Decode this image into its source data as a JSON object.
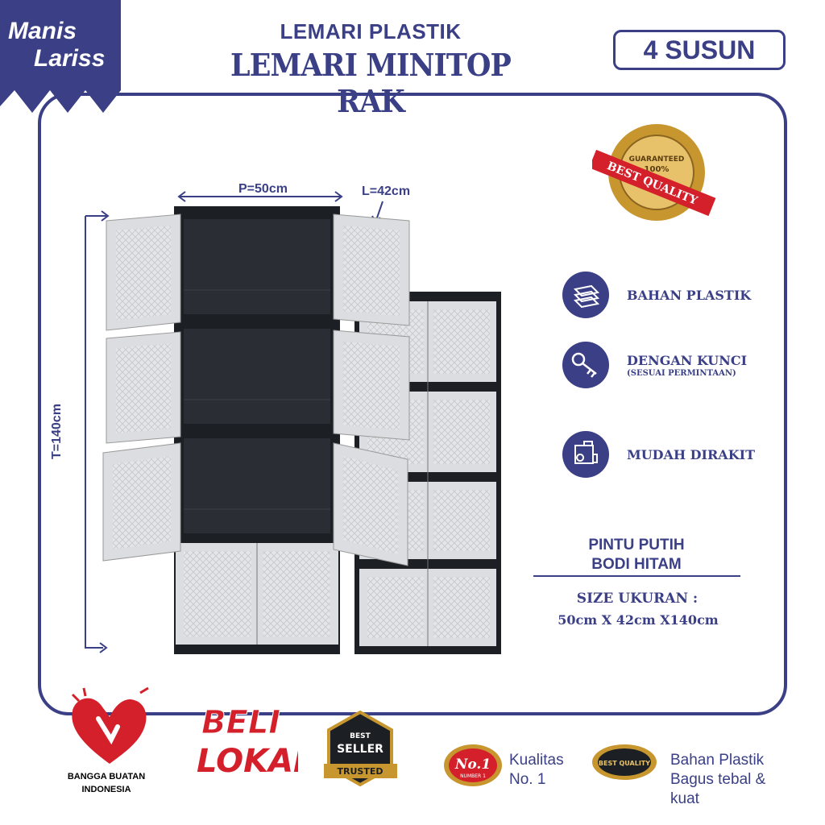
{
  "brand": {
    "name_line1": "Manis",
    "name_line2": "Lariss"
  },
  "header": {
    "title_line1": "LEMARI PLASTIK",
    "title_line2": "LEMARI MINITOP RAK",
    "tier_badge": "4 SUSUN"
  },
  "dimensions": {
    "width": "P=50cm",
    "depth": "L=42cm",
    "height": "T=140cm"
  },
  "quality_badge": {
    "top": "GUARANTEED",
    "percent": "100%",
    "ribbon": "BEST QUALITY"
  },
  "features": [
    {
      "label": "BAHAN PLASTIK",
      "icon": "layers-icon"
    },
    {
      "label": "DENGAN KUNCI",
      "sub": "(SESUAI PERMINTAAN)",
      "icon": "key-icon"
    },
    {
      "label": "MUDAH DIRAKIT",
      "icon": "puzzle-icon"
    }
  ],
  "color_info": {
    "line1": "PINTU PUTIH",
    "line2": "BODI HITAM"
  },
  "size": {
    "label": "SIZE UKURAN :",
    "value": "50cm X 42cm X140cm"
  },
  "footer": {
    "bangga_line1": "BANGGA BUATAN",
    "bangga_line2": "INDONESIA",
    "beli_line1": "BELI",
    "beli_line2": "LOKAL",
    "seller_top": "BEST",
    "seller_mid": "SELLER",
    "seller_bottom": "TRUSTED",
    "no1_badge": "No.1",
    "no1_sub": "NUMBER 1",
    "kualitas_line1": "Kualitas",
    "kualitas_line2": "No. 1",
    "bestq_badge": "BEST QUALITY",
    "bahan_line1": "Bahan Plastik",
    "bahan_line2": "Bagus tebal &",
    "bahan_line3": "kuat"
  },
  "colors": {
    "primary": "#3a3f86",
    "gold": "#c8962e",
    "red": "#d4202a",
    "cabinet_body": "#1c1f24",
    "cabinet_door": "#dcdde0"
  }
}
